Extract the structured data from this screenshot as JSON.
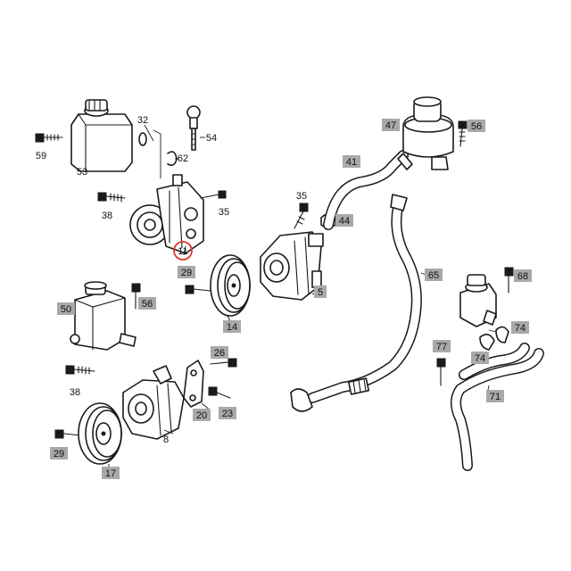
{
  "diagram": {
    "highlight_color": "#e0342b",
    "label_box_color": "#a9a9a9",
    "highlighted_part": "11",
    "labels": {
      "l59": "59",
      "l53": "53",
      "l32": "32",
      "l62": "62",
      "l54": "54",
      "l38a": "38",
      "l35a": "35",
      "l11": "11",
      "l29a": "29",
      "l14": "14",
      "l35b": "35",
      "l44": "44",
      "l5": "5",
      "l41": "41",
      "l47": "47",
      "l56a": "56",
      "l65": "65",
      "l68": "68",
      "l74a": "74",
      "l74b": "74",
      "l77": "77",
      "l71": "71",
      "l50": "50",
      "l56b": "56",
      "l38b": "38",
      "l26": "26",
      "l29b": "29",
      "l20": "20",
      "l23": "23",
      "l8": "8",
      "l17": "17"
    }
  }
}
